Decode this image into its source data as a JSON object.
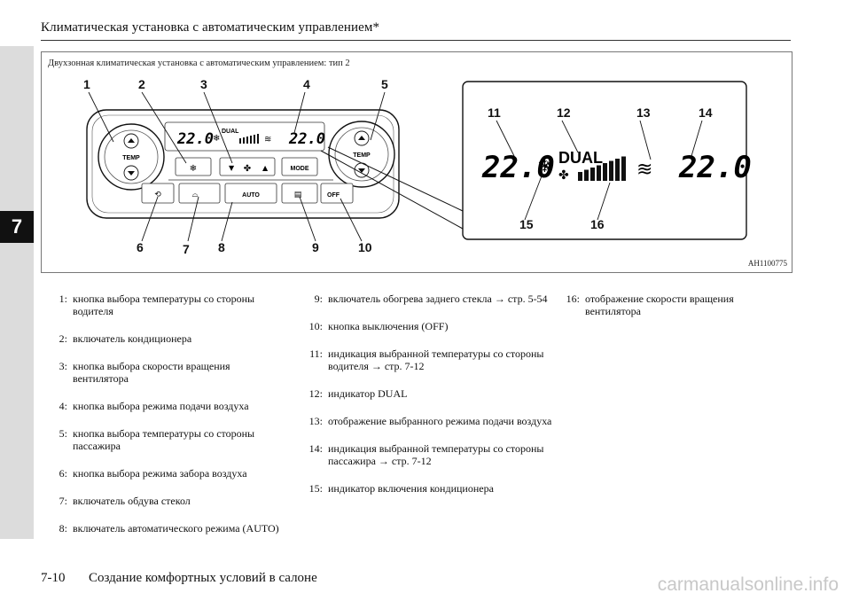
{
  "header": {
    "title": "Климатическая установка с автоматическим управлением*",
    "chapter": "7"
  },
  "figure": {
    "caption": "Двухзонная климатическая установка с автоматическим управлением: тип 2",
    "figure_id": "AH1100775",
    "panel": {
      "temp_left": "22.0",
      "temp_right": "22.0",
      "dual_label": "DUAL",
      "knob_label": "TEMP",
      "auto_label": "AUTO",
      "mode_label": "MODE",
      "off_label": "OFF",
      "fan_level_segments": 8
    },
    "callouts": [
      "1",
      "2",
      "3",
      "4",
      "5",
      "6",
      "7",
      "8",
      "9",
      "10",
      "11",
      "12",
      "13",
      "14",
      "15",
      "16"
    ]
  },
  "legend": {
    "col1": [
      {
        "num": "1:",
        "text": "кнопка выбора температуры со стороны водителя"
      },
      {
        "num": "2:",
        "text": "включатель кондиционера"
      },
      {
        "num": "3:",
        "text": "кнопка выбора скорости вращения вентилятора"
      },
      {
        "num": "4:",
        "text": "кнопка выбора режима подачи воздуха"
      },
      {
        "num": "5:",
        "text": "кнопка выбора температуры со стороны пассажира"
      },
      {
        "num": "6:",
        "text": "кнопка выбора режима забора воздуха"
      },
      {
        "num": "7:",
        "text": "включатель обдува стекол"
      },
      {
        "num": "8:",
        "text": "включатель автоматического режима (AUTO)"
      }
    ],
    "col2": [
      {
        "num": "9:",
        "text": "включатель обогрева заднего стекла → стр. 5-54"
      },
      {
        "num": "10:",
        "text": "кнопка выключения (OFF)"
      },
      {
        "num": "11:",
        "text": "индикация выбранной температуры со стороны водителя → стр. 7-12"
      },
      {
        "num": "12:",
        "text": "индикатор DUAL"
      },
      {
        "num": "13:",
        "text": "отображение выбранного режима подачи воздуха"
      },
      {
        "num": "14:",
        "text": "индикация выбранной температуры со стороны пассажира → стр. 7-12"
      },
      {
        "num": "15:",
        "text": "индикатор включения кондиционера"
      }
    ],
    "col3": [
      {
        "num": "16:",
        "text": "отображение скорости вращения вентилятора"
      }
    ]
  },
  "footer": {
    "page_number": "7-10",
    "section": "Создание комфортных условий в салоне",
    "watermark": "carmanualsonline.info"
  }
}
